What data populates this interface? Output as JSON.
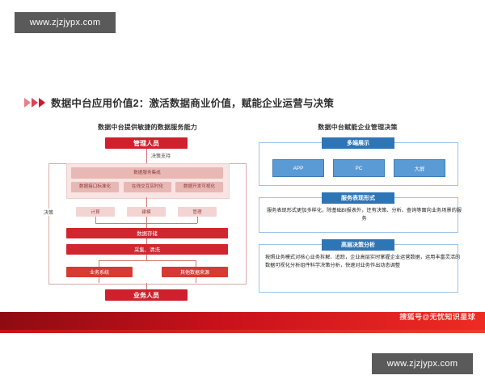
{
  "watermarks": {
    "top_tag": "www.zjzjypx.com",
    "bottom_tag": "www.zjzjypx.com",
    "band_credit": "搜狐号@无忧知识星球"
  },
  "slide": {
    "title": "数据中台应用价值2：激活数据商业价值，赋能企业运营与决策"
  },
  "left_panel": {
    "heading": "数据中台提供敏捷的数据服务能力",
    "top_actor": "管理人员",
    "bottom_actor": "业务人员",
    "side_label": "决策",
    "link_label": "决策支持",
    "service_integration": "数据服务集成",
    "service_items": [
      "数据接口标准化",
      "在线交互实时化",
      "数据开发可视化"
    ],
    "capability_items": [
      "计算",
      "建模",
      "管理"
    ],
    "storage": "数据存储",
    "collect": "采集、清洗",
    "sources": [
      "业务系统",
      "其他数据来源"
    ]
  },
  "right_panel": {
    "heading": "数据中台赋能企业管理决策",
    "sections": [
      {
        "tab": "多端展示",
        "boxes": [
          "APP",
          "PC",
          "大屏"
        ]
      },
      {
        "tab": "服务表现形式",
        "body": "服务表现形式更加多样化，除基础BI报表外，还有决策、分析、查询等面向业务场景的服务"
      },
      {
        "tab": "高层决策分析",
        "body": "按照业务模式对核心业务拆解、追踪，企业高层实时掌握企业运营数据，运用丰富灵活的数据可视化分析组件科学决策分析，快速对业务作出动态调整"
      }
    ]
  },
  "colors": {
    "accent_red": "#d0202d",
    "accent_blue": "#2e75b6",
    "box_blue": "#5b9bd5",
    "pink": "#e8b8b5",
    "watermark_gray": "#5a5a5a"
  }
}
